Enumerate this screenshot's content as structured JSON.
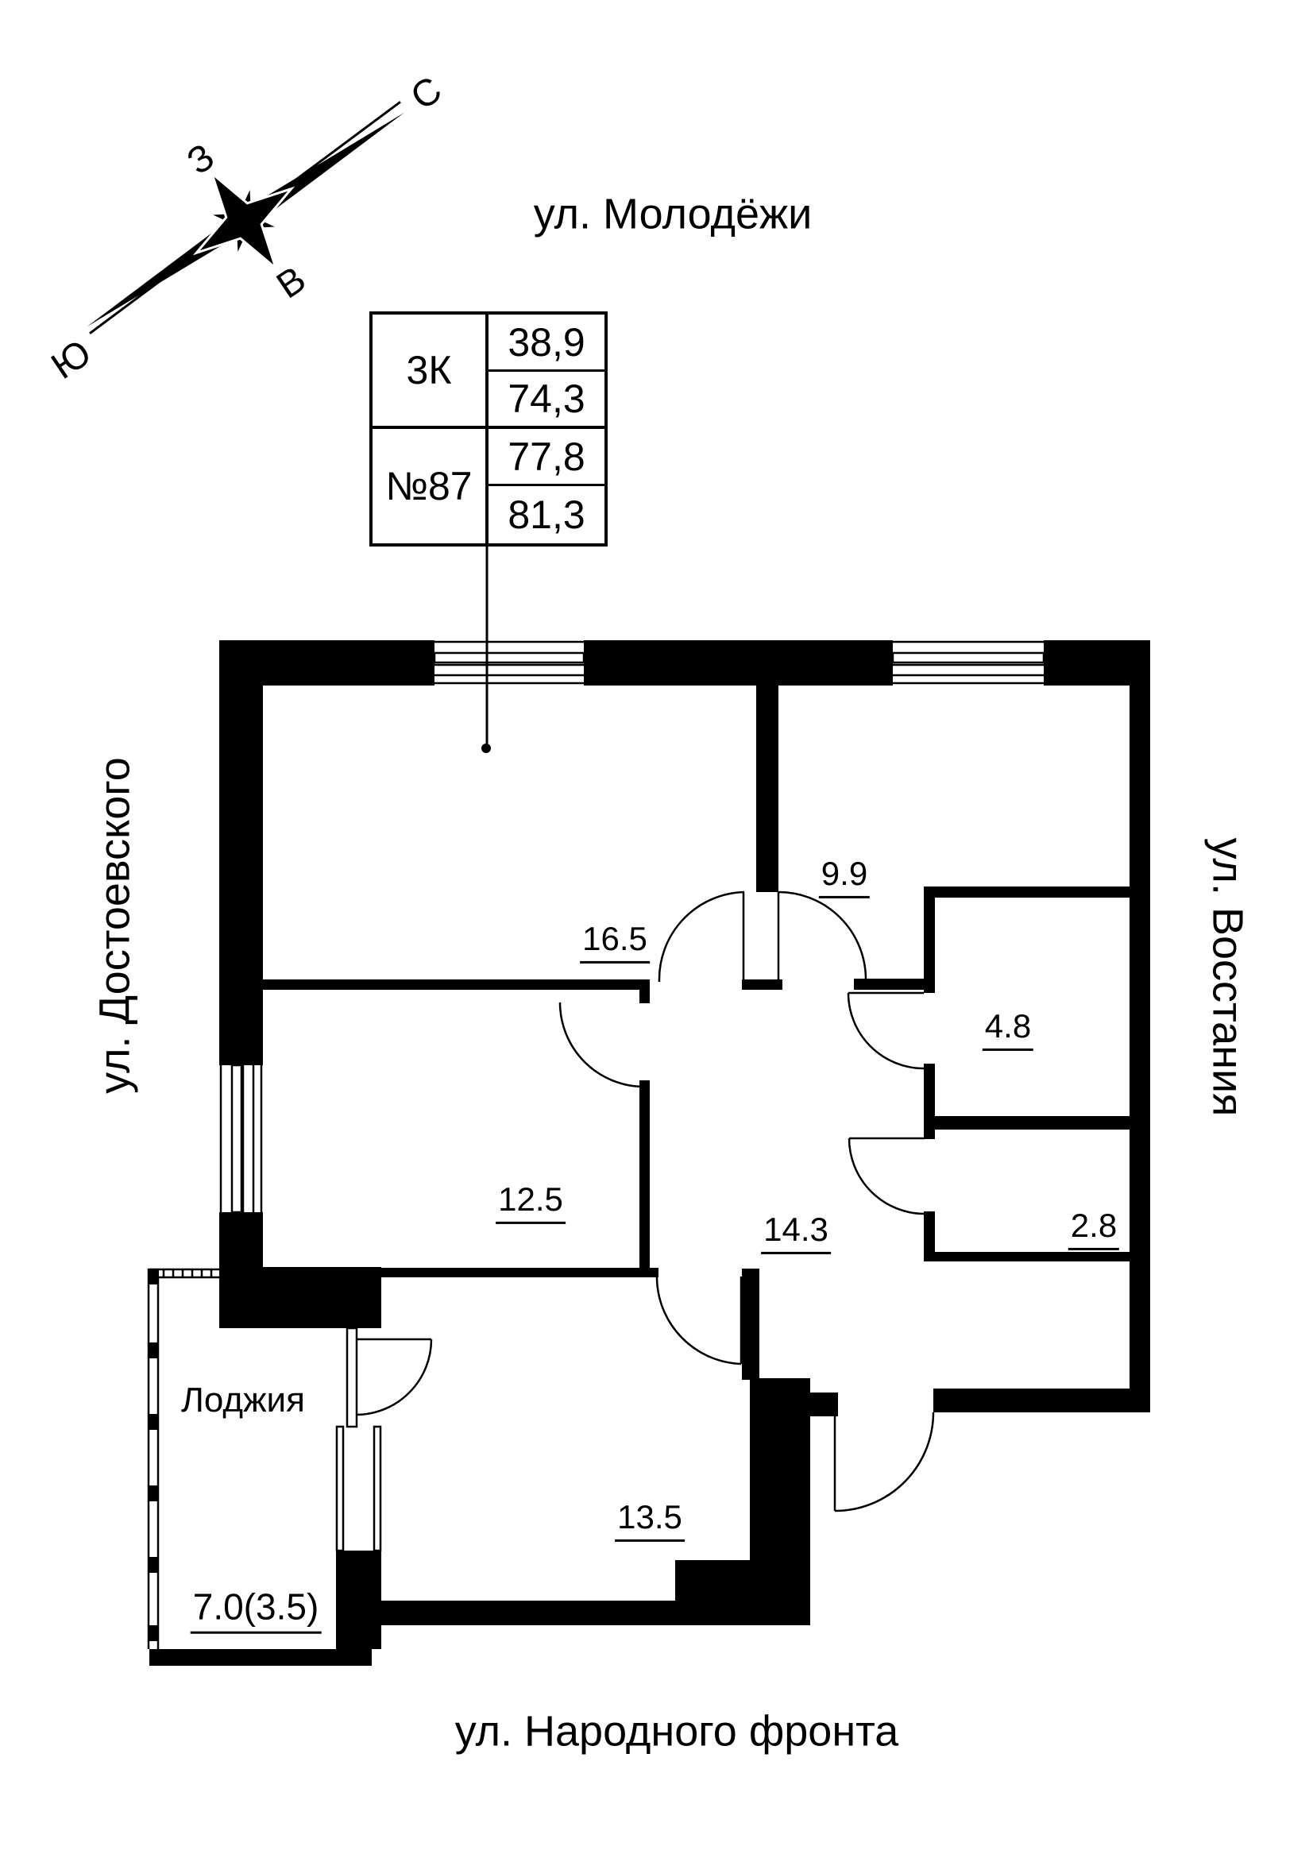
{
  "compass": {
    "north": "С",
    "south": "Ю",
    "west": "З",
    "east": "В"
  },
  "streets": {
    "top": "ул. Молодёжи",
    "left": "ул. Достоевского",
    "right": "ул. Восстания",
    "bottom": "ул. Народного фронта"
  },
  "info_table": {
    "room_type": "3К",
    "apartment_number": "№87",
    "living_area": "38,9",
    "area_without_loggia": "74,3",
    "area_with_loggia_coef": "77,8",
    "total_area": "81,3"
  },
  "room_areas": {
    "living_room": "16.5",
    "corridor": "9.9",
    "bathroom": "4.8",
    "bedroom": "12.5",
    "hall": "14.3",
    "wc": "2.8",
    "kitchen": "13.5",
    "loggia_area": "7.0(3.5)",
    "loggia_label": "Лоджия"
  },
  "colors": {
    "ink": "#000000",
    "paper": "#ffffff"
  }
}
